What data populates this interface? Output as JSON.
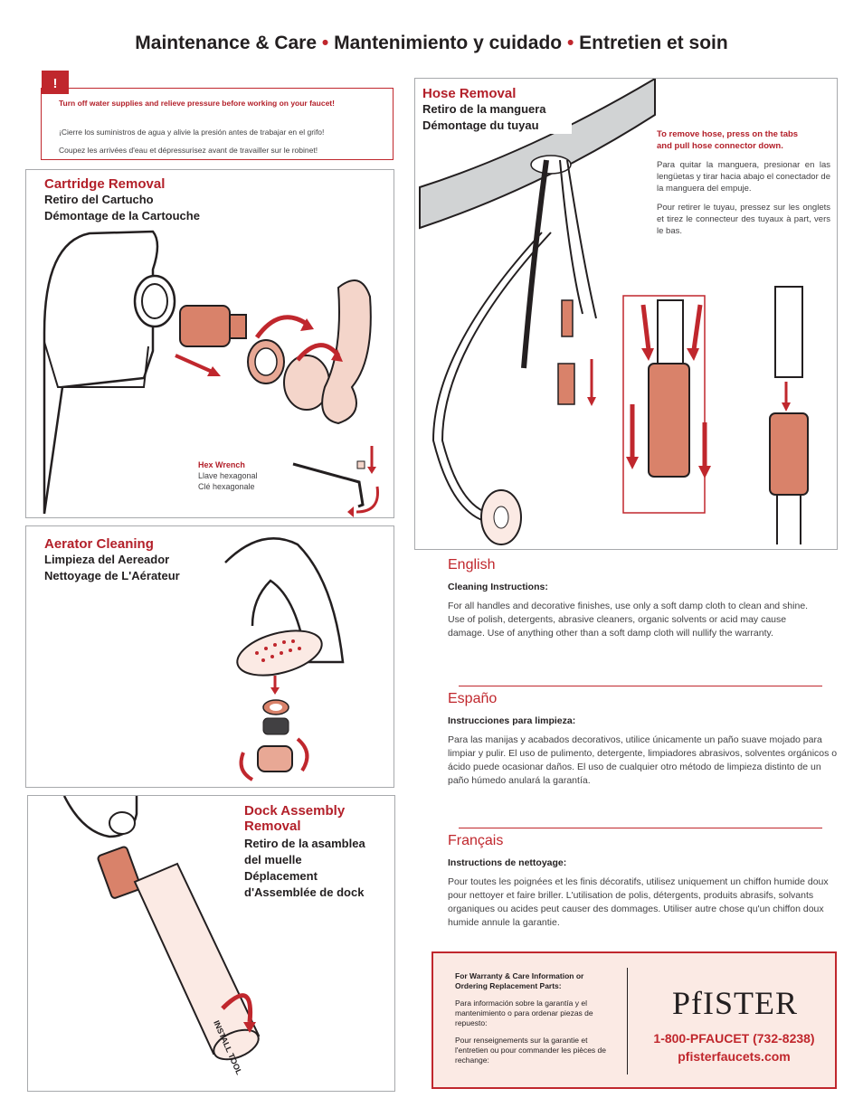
{
  "header": {
    "title_en": "Maintenance & Care",
    "bullet": "•",
    "title_es": "Mantenimiento y cuidado",
    "title_fr": "Entretien et soin"
  },
  "warning": {
    "icon": "!",
    "en": "Turn off water supplies and relieve pressure before working on your faucet!",
    "es": "¡Cierre los suministros de agua y alivie la presión antes de trabajar en el grifo!",
    "fr": "Coupez les arrivées d'eau et dépressurisez avant de travailler sur le robinet!"
  },
  "cartridge": {
    "title": "Cartridge Removal",
    "es": "Retiro del Cartucho",
    "fr": "Démontage de la Cartouche",
    "wrench_en": "Hex Wrench",
    "wrench_es": "Llave hexagonal",
    "wrench_fr": "Clé hexagonale"
  },
  "aerator": {
    "title": "Aerator Cleaning",
    "es": "Limpieza del Aereador",
    "fr": "Nettoyage de L'Aérateur"
  },
  "dock": {
    "title_line1": "Dock Assembly",
    "title_line2": "Removal",
    "es_line1": "Retiro de la asamblea",
    "es_line2": "del muelle",
    "fr_line1": "Déplacement",
    "fr_line2": "d'Assemblée de dock",
    "tool_text": "INSTALL TOOL"
  },
  "hose": {
    "title": "Hose Removal",
    "es": "Retiro de la manguera",
    "fr": "Démontage du tuyau",
    "en_instr_line1": "To remove hose, press on the tabs",
    "en_instr_line2": "and pull hose connector down.",
    "es_instr": "Para quitar la manguera, presionar en las lengüetas y tirar hacia abajo el conectador de la manguera del empuje.",
    "fr_instr": "Pour retirer le tuyau, pressez sur les onglets et tirez le connecteur des tuyaux à part, vers le bas."
  },
  "english": {
    "heading": "English",
    "subheading": "Cleaning Instructions:",
    "text": "For all handles and decorative finishes, use only a soft damp cloth to clean and shine. Use of polish, detergents, abrasive cleaners, organic solvents or acid may cause damage. Use of anything other than a soft damp cloth will nullify the warranty."
  },
  "spanish": {
    "heading": "Españo",
    "subheading": "Instrucciones para limpieza:",
    "text": "Para las manijas y acabados decorativos, utilice únicamente un paño suave mojado para limpiar y pulir. El uso de pulimento, detergente, limpiadores abrasivos, solventes orgánicos o ácido puede ocasionar daños. El uso de cualquier otro método de limpieza distinto de un paño húmedo anulará la garantía."
  },
  "french": {
    "heading": "Français",
    "subheading": "Instructions de nettoyage:",
    "text": "Pour toutes les poignées et les finis décoratifs, utilisez uniquement un chiffon humide doux pour nettoyer et faire briller. L'utilisation de polis, détergents, produits abrasifs, solvants organiques ou acides peut causer des dommages. Utiliser autre chose qu'un chiffon doux humide annule la garantie."
  },
  "warranty": {
    "en": "For Warranty & Care Information or Ordering Replacement Parts:",
    "es": "Para información sobre la garantía y el mantenimiento o para ordenar piezas de repuesto:",
    "fr": "Pour renseignements sur la garantie et l'entretien ou pour commander les pièces de rechange:",
    "logo": "PfISTER",
    "phone": "1-800-PFAUCET (732-8238)",
    "website": "pfisterfaucets.com"
  },
  "colors": {
    "accent": "#c0272d",
    "copper": "#d9826a",
    "panel_bg": "#fbeae4",
    "border": "#a7a9ac"
  }
}
